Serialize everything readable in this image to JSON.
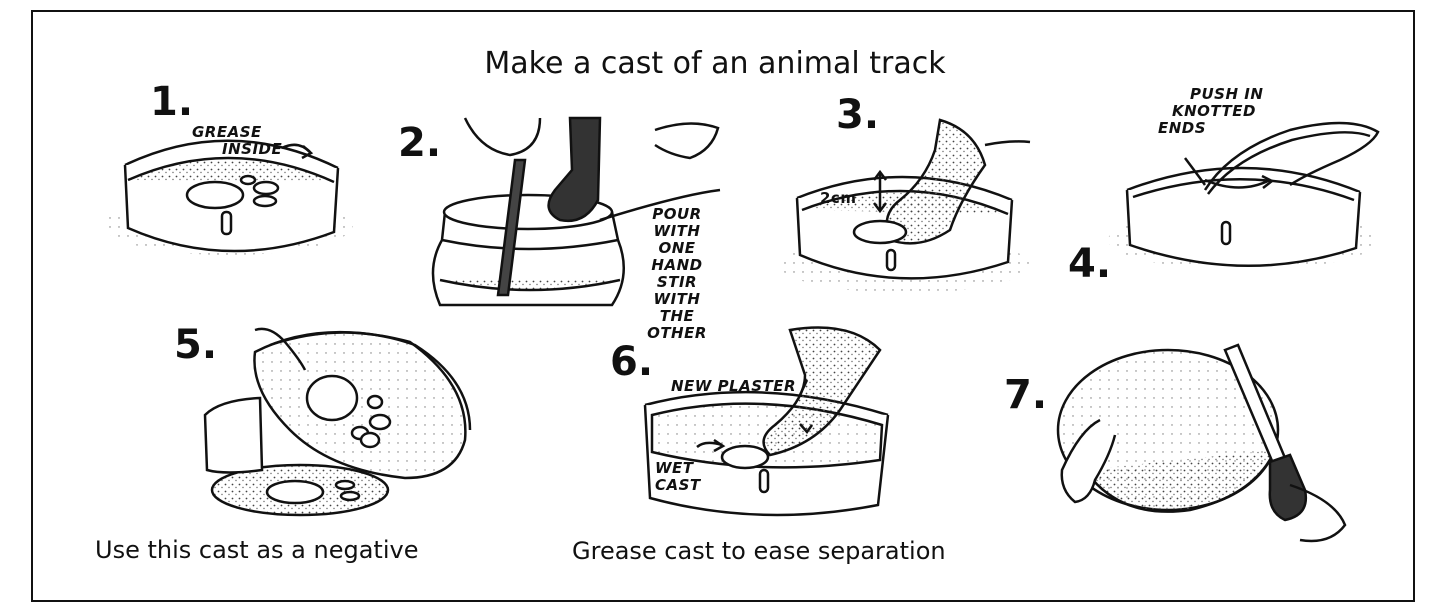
{
  "title": "Make a cast of an animal track",
  "steps": [
    {
      "number": "1."
    },
    {
      "number": "2."
    },
    {
      "number": "3."
    },
    {
      "number": "4."
    },
    {
      "number": "5."
    },
    {
      "number": "6."
    },
    {
      "number": "7."
    }
  ],
  "annotations": {
    "step1": [
      "GREASE",
      "INSIDE"
    ],
    "step2": [
      "POUR WITH",
      "ONE HAND",
      "STIR WITH",
      "THE",
      "OTHER"
    ],
    "step3": [
      "2cm"
    ],
    "step4": [
      "PUSH IN",
      "KNOTTED",
      "ENDS"
    ],
    "step6_a": [
      "NEW PLASTER"
    ],
    "step6_b": [
      "WET",
      "CAST"
    ]
  },
  "captions": {
    "step5": "Use this cast as a negative",
    "step6": "Grease cast to ease separation"
  }
}
